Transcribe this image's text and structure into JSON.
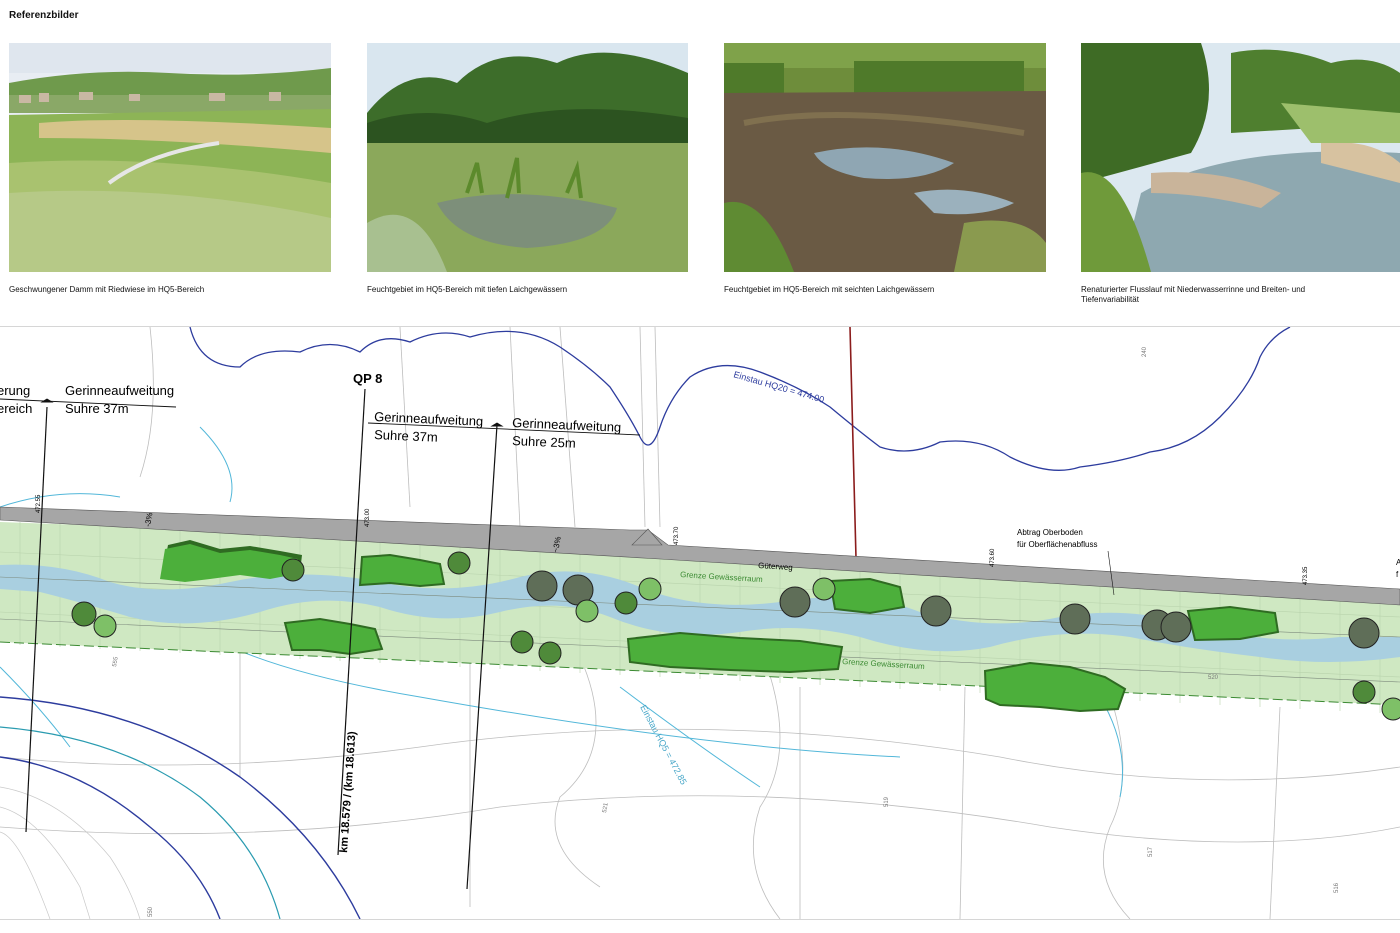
{
  "header": {
    "title": "Referenzbilder"
  },
  "photos": [
    {
      "caption": "Geschwungener Damm mit Riedwiese im HQ5-Bereich"
    },
    {
      "caption": "Feuchtgebiet im HQ5-Bereich mit tiefen Laichgewässern"
    },
    {
      "caption": "Feuchtgebiet im HQ5-Bereich mit seichten Laichgewässern"
    },
    {
      "caption": "Renaturierter Flusslauf mit Niederwasserrinne und Breiten- und Tiefenvariabilität"
    }
  ],
  "plan": {
    "section_left_a": "erung",
    "section_left_b": "ereich",
    "widening_1": {
      "title": "Gerinneaufweitung",
      "sub": "Suhre 37m"
    },
    "widening_2": {
      "title": "Gerinneaufweitung",
      "sub": "Suhre 37m"
    },
    "widening_3": {
      "title": "Gerinneaufweitung",
      "sub": "Suhre 25m"
    },
    "profile_label": "QP 8",
    "station_label": "km 18.579 / (km 18.613)",
    "hq20_label": "Einstau HQ20 = 474.00",
    "hq5_label": "Einstau HQ5 = 472.85",
    "road_label": "Güterweg",
    "boundary_upper": "Grenze Gewässerraum",
    "boundary_lower": "Grenze Gewässerraum",
    "topsoil_label_1": "Abtrag Oberboden",
    "topsoil_label_2": "für Oberflächenabfluss",
    "edge_a": "A",
    "edge_f": "f",
    "slope_1": "-3%",
    "slope_2": "~3%",
    "elevations": [
      "472.55",
      "473.00",
      "473.70",
      "473.60",
      "473.35"
    ],
    "contours": [
      "240",
      "555",
      "519",
      "520",
      "517",
      "516",
      "521",
      "550"
    ],
    "colors": {
      "vegetation": "#4caf3b",
      "vegetation_shadow": "#2f6b22",
      "water": "#a9cfe0",
      "corridor": "#cfe8c2",
      "road": "#a6a6a6",
      "boundary_line": "#8b1c1c",
      "contour_blue": "#2d3c9e"
    }
  }
}
